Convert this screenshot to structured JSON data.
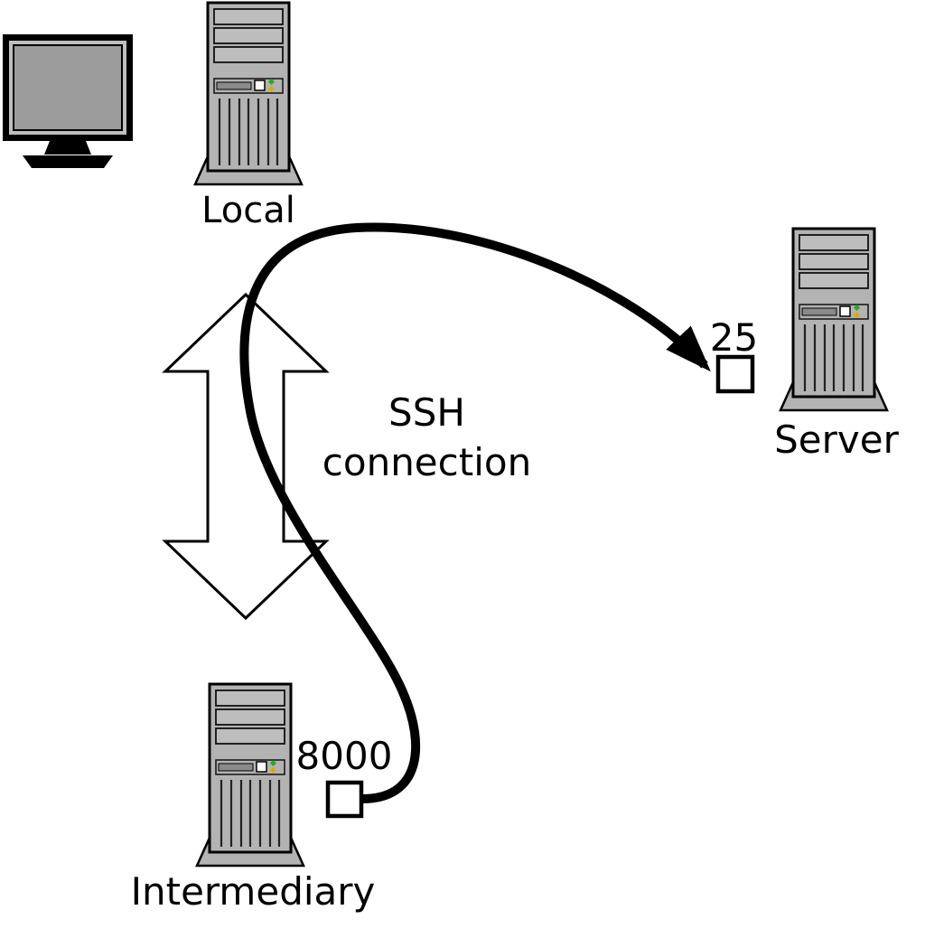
{
  "nodes": {
    "local": {
      "label": "Local",
      "icon": "computer-tower"
    },
    "server": {
      "label": "Server",
      "icon": "computer-tower",
      "port": "25"
    },
    "intermediary": {
      "label": "Intermediary",
      "icon": "computer-tower",
      "port": "8000"
    }
  },
  "connection": {
    "label": "SSH connection",
    "type": "bidirectional-arrow",
    "between": [
      "Local",
      "Intermediary"
    ]
  },
  "tunnel_arrow": {
    "from": "intermediary port 8000",
    "to": "server port 25"
  },
  "colors": {
    "background": "#ffffff",
    "tower_fill": "#b3b3b3",
    "outline": "#000000",
    "port_box_fill": "#ffffff",
    "double_arrow_fill": "#ffffff",
    "curve_stroke": "#000000",
    "led_green": "#22aa22",
    "led_yellow": "#ddaa00"
  }
}
